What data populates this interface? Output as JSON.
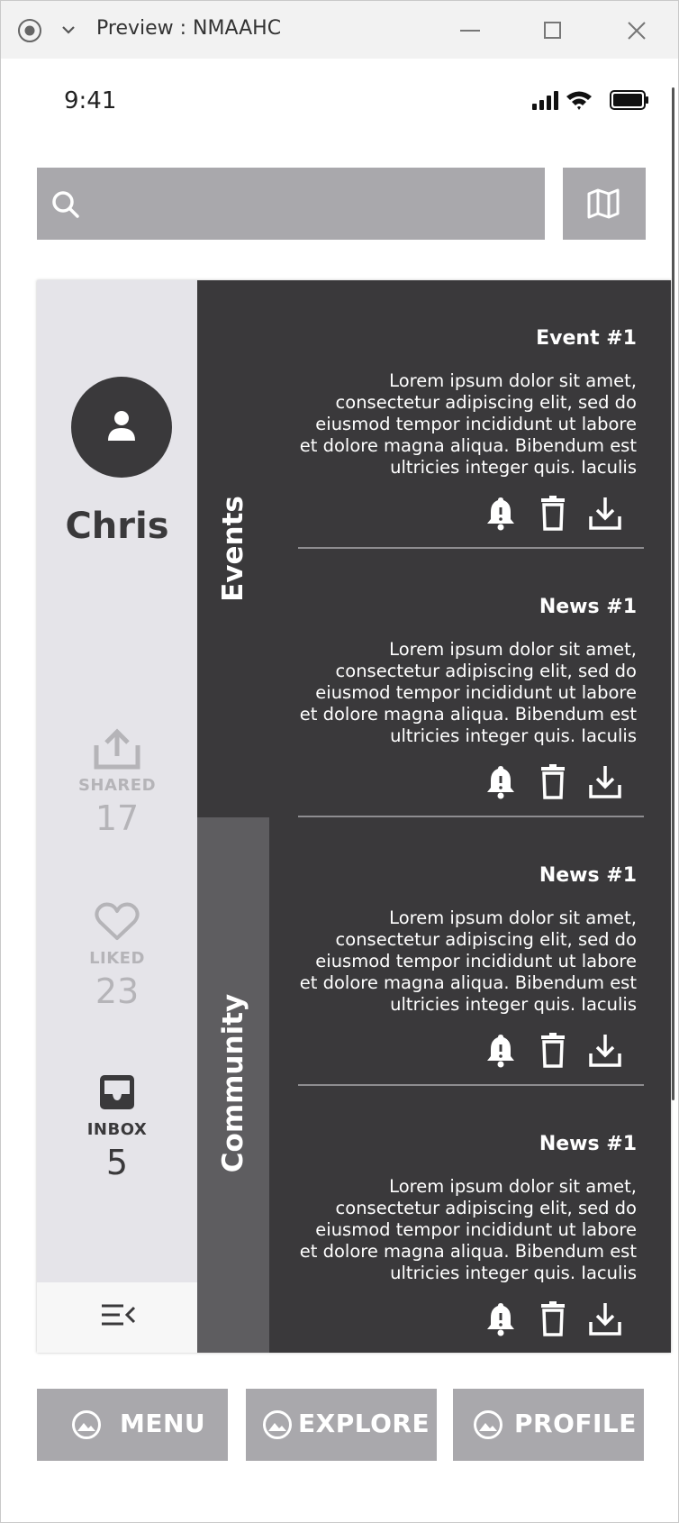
{
  "window": {
    "title": "Preview : NMAAHC"
  },
  "status_bar": {
    "time": "9:41"
  },
  "search": {
    "placeholder": ""
  },
  "profile": {
    "name": "Chris",
    "stats": [
      {
        "label": "SHARED",
        "count": "17",
        "icon": "share-icon"
      },
      {
        "label": "LIKED",
        "count": "23",
        "icon": "heart-icon"
      },
      {
        "label": "INBOX",
        "count": "5",
        "icon": "inbox-icon"
      }
    ]
  },
  "tabs": [
    {
      "label": "Events"
    },
    {
      "label": "Community"
    }
  ],
  "feed": [
    {
      "title": "Event #1",
      "body": "Lorem ipsum dolor sit amet, consectetur adipiscing elit, sed do eiusmod tempor incididunt ut labore et dolore magna aliqua. Bibendum est ultricies integer quis. Iaculis"
    },
    {
      "title": "News #1",
      "body": "Lorem ipsum dolor sit amet, consectetur adipiscing elit, sed do eiusmod tempor incididunt ut labore et dolore magna aliqua. Bibendum est ultricies integer quis. Iaculis"
    },
    {
      "title": "News #1",
      "body": "Lorem ipsum dolor sit amet, consectetur adipiscing elit, sed do eiusmod tempor incididunt ut labore et dolore magna aliqua. Bibendum est ultricies integer quis. Iaculis"
    },
    {
      "title": "News #1",
      "body": "Lorem ipsum dolor sit amet, consectetur adipiscing elit, sed do eiusmod tempor incididunt ut labore et dolore magna aliqua. Bibendum est ultricies integer quis. Iaculis"
    }
  ],
  "bottom_nav": [
    {
      "label": "MENU"
    },
    {
      "label": "EXPLORE"
    },
    {
      "label": "PROFILE"
    }
  ],
  "colors": {
    "panel_dark": "#3a393b",
    "tab_inactive": "#5e5d60",
    "sidebar_bg": "#e5e4e9",
    "placeholder_gray": "#a9a8ac"
  }
}
